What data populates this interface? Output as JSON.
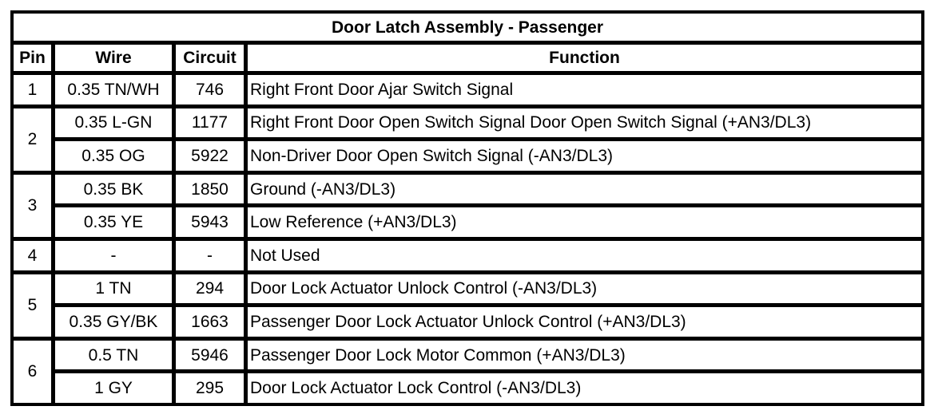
{
  "table": {
    "title": "Door Latch Assembly - Passenger",
    "headers": [
      "Pin",
      "Wire",
      "Circuit",
      "Function"
    ],
    "pins": [
      {
        "pin": "1",
        "rows": [
          {
            "wire": "0.35 TN/WH",
            "circuit": "746",
            "function": "Right Front Door Ajar Switch Signal"
          }
        ]
      },
      {
        "pin": "2",
        "rows": [
          {
            "wire": "0.35 L-GN",
            "circuit": "1177",
            "function": "Right Front Door Open Switch Signal Door Open Switch Signal (+AN3/DL3)"
          },
          {
            "wire": "0.35 OG",
            "circuit": "5922",
            "function": "Non-Driver Door Open Switch Signal (-AN3/DL3)"
          }
        ]
      },
      {
        "pin": "3",
        "rows": [
          {
            "wire": "0.35 BK",
            "circuit": "1850",
            "function": "Ground (-AN3/DL3)"
          },
          {
            "wire": "0.35 YE",
            "circuit": "5943",
            "function": "Low Reference (+AN3/DL3)"
          }
        ]
      },
      {
        "pin": "4",
        "rows": [
          {
            "wire": "-",
            "circuit": "-",
            "function": "Not Used"
          }
        ]
      },
      {
        "pin": "5",
        "rows": [
          {
            "wire": "1 TN",
            "circuit": "294",
            "function": "Door Lock Actuator Unlock Control (-AN3/DL3)"
          },
          {
            "wire": "0.35 GY/BK",
            "circuit": "1663",
            "function": "Passenger Door Lock Actuator Unlock Control (+AN3/DL3)"
          }
        ]
      },
      {
        "pin": "6",
        "rows": [
          {
            "wire": "0.5 TN",
            "circuit": "5946",
            "function": "Passenger Door Lock Motor Common (+AN3/DL3)"
          },
          {
            "wire": "1 GY",
            "circuit": "295",
            "function": "Door Lock Actuator Lock Control (-AN3/DL3)"
          }
        ]
      }
    ]
  }
}
